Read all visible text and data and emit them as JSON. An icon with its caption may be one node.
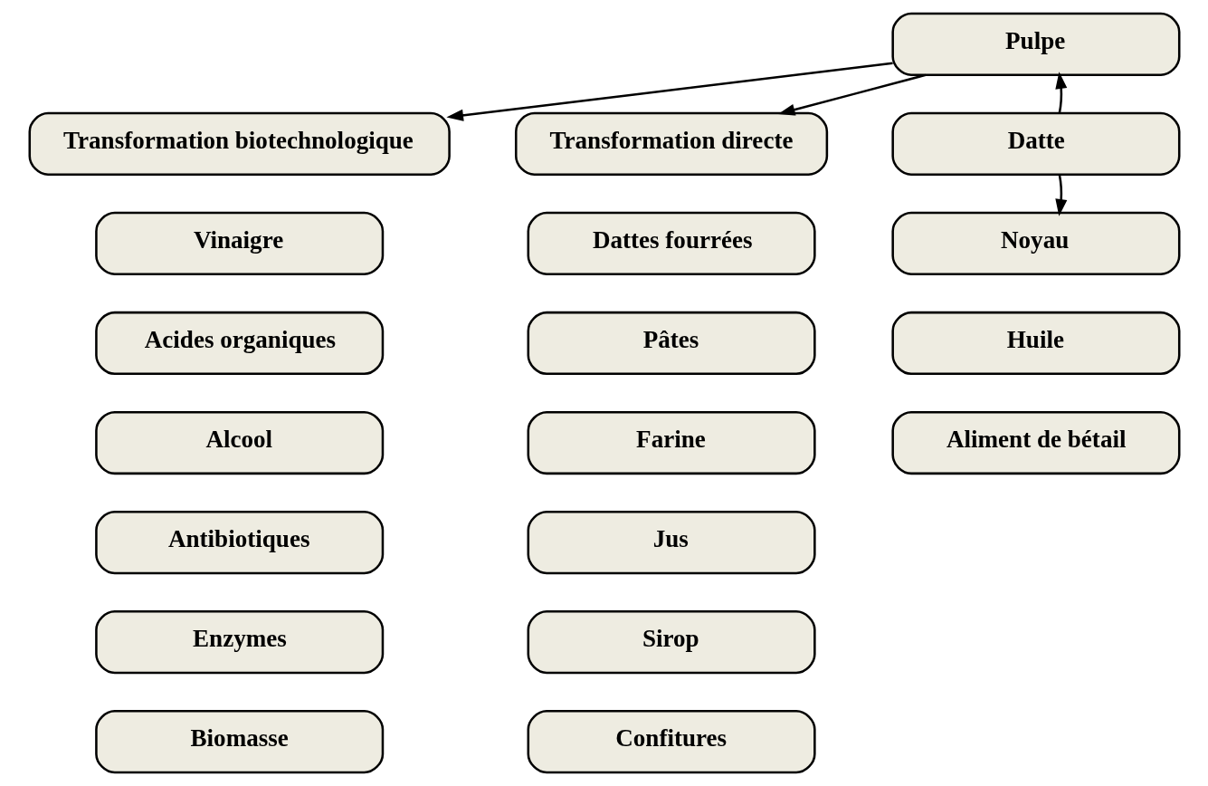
{
  "diagram": {
    "nodes": [
      {
        "text": [
          "Pulpe"
        ]
      },
      {
        "text": [
          "Transformation biotechnologique"
        ]
      },
      {
        "text": [
          "Transformation directe"
        ]
      },
      {
        "text": [
          "Datte"
        ]
      },
      {
        "text": [
          "Noyau"
        ]
      },
      {
        "text": [
          "Huile"
        ]
      },
      {
        "text": [
          "Aliment de bétail"
        ]
      },
      {
        "text": [
          "Vinaigre"
        ]
      },
      {
        "text": [
          "Acides organiques"
        ]
      },
      {
        "text": [
          "Alcool"
        ]
      },
      {
        "text": [
          "Antibiotiques"
        ]
      },
      {
        "text": [
          "Enzymes"
        ]
      },
      {
        "text": [
          "Biomasse"
        ]
      },
      {
        "text": [
          "Dattes fourrées"
        ]
      },
      {
        "text": [
          "Pâtes"
        ]
      },
      {
        "text": [
          "Farine"
        ]
      },
      {
        "text": [
          "Jus"
        ]
      },
      {
        "text": [
          "Sirop"
        ]
      },
      {
        "text": [
          "Confitures"
        ]
      }
    ],
    "edges": [
      {
        "from": 0,
        "to": 1,
        "arrow": "to"
      },
      {
        "from": 0,
        "to": 2,
        "arrow": "to"
      },
      {
        "from": 3,
        "to": 0,
        "arrow": "to"
      },
      {
        "from": 3,
        "to": 4,
        "arrow": "to"
      }
    ]
  }
}
